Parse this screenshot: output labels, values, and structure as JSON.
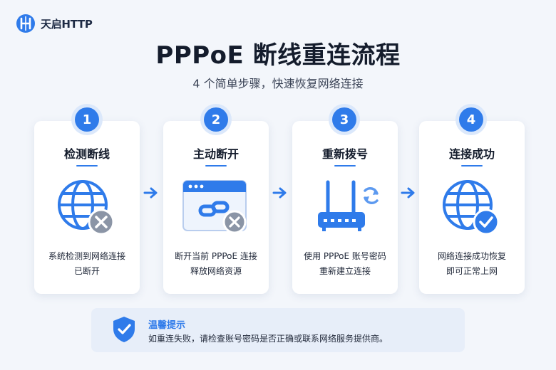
{
  "brand": {
    "name": "天启HTTP",
    "logo_icon": "globe-logo-icon"
  },
  "header": {
    "title": "PPPoE 断线重连流程",
    "subtitle": "4 个简单步骤，快速恢复网络连接"
  },
  "accent_color": "#2f7bea",
  "steps": [
    {
      "number": "1",
      "title": "检测断线",
      "desc_line1": "系统检测到网络连接",
      "desc_line2": "已断开",
      "icon": "globe-disconnected-icon"
    },
    {
      "number": "2",
      "title": "主动断开",
      "desc_line1": "断开当前 PPPoE 连接",
      "desc_line2": "释放网络资源",
      "icon": "broken-link-window-icon"
    },
    {
      "number": "3",
      "title": "重新拨号",
      "desc_line1": "使用 PPPoE 账号密码",
      "desc_line2": "重新建立连接",
      "icon": "router-refresh-icon"
    },
    {
      "number": "4",
      "title": "连接成功",
      "desc_line1": "网络连接成功恢复",
      "desc_line2": "即可正常上网",
      "icon": "globe-connected-icon"
    }
  ],
  "tip": {
    "title": "温馨提示",
    "text": "如重连失败，请检查账号密码是否正确或联系网络服务提供商。",
    "icon": "shield-check-icon"
  }
}
